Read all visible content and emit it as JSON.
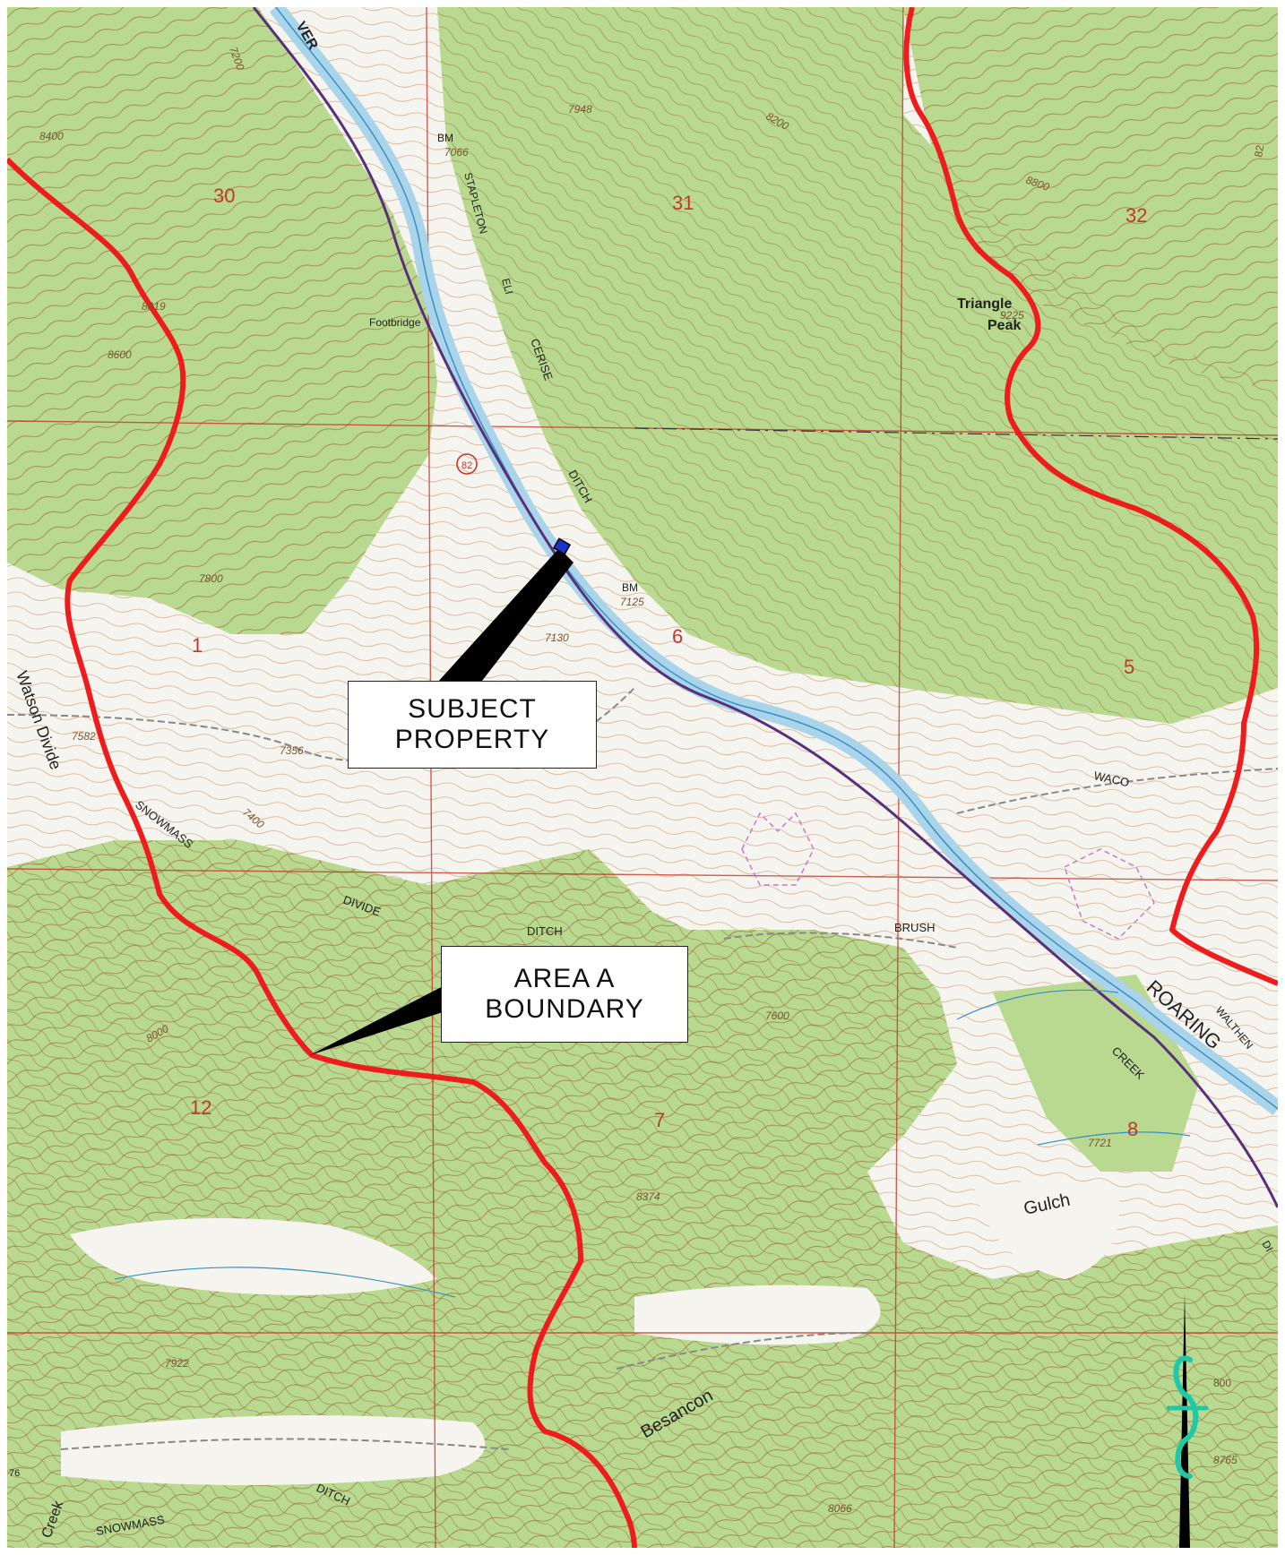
{
  "callouts": {
    "subject_line1": "SUBJECT",
    "subject_line2": "PROPERTY",
    "area_line1": "AREA A",
    "area_line2": "BOUNDARY"
  },
  "sections": [
    "30",
    "31",
    "32",
    "1",
    "6",
    "5",
    "12",
    "7",
    "8"
  ],
  "elevations": [
    "7948",
    "8200",
    "8800",
    "8819",
    "8600",
    "8400",
    "7200",
    "9225",
    "7800",
    "7356",
    "7582",
    "7400",
    "8000",
    "7600",
    "7721",
    "8374",
    "7922",
    "8066",
    "8765",
    "7130",
    "7125",
    "7066"
  ],
  "place_names": {
    "triangle_peak_1": "Triangle",
    "triangle_peak_2": "Peak",
    "watson_divide": "Watson Divide",
    "snowmass_1": "SNOWMASS",
    "divide": "DIVIDE",
    "ditch_1": "DITCH",
    "brush": "BRUSH",
    "roaring": "ROARING",
    "creek": "CREEK",
    "walthen": "WALTHEN",
    "waco": "WACO",
    "gulch": "Gulch",
    "besancon": "Besancon",
    "cerise": "CERISE",
    "ditch_2": "DITCH",
    "ditch_3": "DITCH",
    "stapleton": "STAPLETON",
    "eli": "ELI",
    "footbridge": "Footbridge",
    "bm1": "BM",
    "bm2": "BM",
    "river": "VER",
    "snowmass_2": "SNOWMASS",
    "creek_sw": "Creek",
    "route": "82",
    "edge_76": "76",
    "edge_di": "DI",
    "edge_82": "82",
    "edge_800": "800"
  },
  "colors": {
    "vegetation": "#b8d98f",
    "open_land": "#f6f4ee",
    "contour": "#9a6b3a",
    "section_line": "#c0392b",
    "water": "#a9d4ea",
    "highway": "#5a2f7a",
    "boundary": "#ee1c1c",
    "road": "#888888",
    "marker": "#1a33cc",
    "north_arrow_accent": "#20c9a6"
  }
}
